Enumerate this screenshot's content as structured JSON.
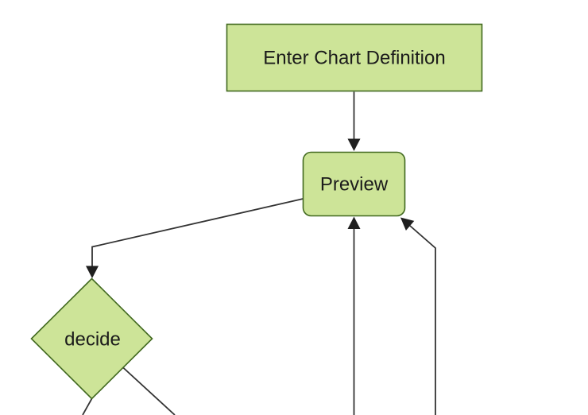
{
  "diagram": {
    "type": "flowchart",
    "direction": "top-down",
    "background": "#ffffff",
    "colors": {
      "node_fill": "#cde498",
      "node_border": "#41691f",
      "edge_line": "#333333",
      "arrowhead": "#1f1f1f",
      "label_text": "#1b1b1b"
    },
    "nodes": [
      {
        "id": "enter-chart-definition",
        "label": "Enter Chart Definition",
        "shape": "rectangle"
      },
      {
        "id": "preview",
        "label": "Preview",
        "shape": "rounded-rectangle"
      },
      {
        "id": "decide",
        "label": "decide",
        "shape": "diamond"
      }
    ],
    "edges": [
      {
        "from": "enter-chart-definition",
        "to": "preview",
        "arrow_visible": true
      },
      {
        "from": "preview",
        "to": "decide",
        "arrow_visible": true
      },
      {
        "from": "offscreen-bottom",
        "to": "preview",
        "entry": "bottom-center",
        "arrow_visible": true
      },
      {
        "from": "offscreen-bottom-right",
        "to": "preview",
        "entry": "bottom-right-corner",
        "arrow_visible": true
      },
      {
        "from": "decide",
        "to": "offscreen-bottom-left",
        "arrow_visible": false
      },
      {
        "from": "decide",
        "to": "offscreen-bottom-right",
        "arrow_visible": false
      }
    ]
  }
}
